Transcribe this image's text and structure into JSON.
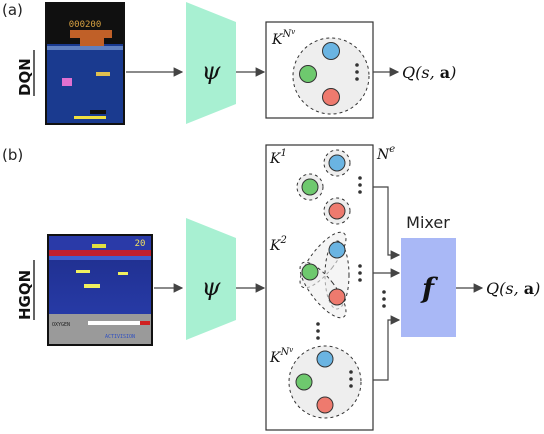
{
  "panels": {
    "a": {
      "tag": "(a)",
      "method": "DQN"
    },
    "b": {
      "tag": "(b)",
      "method": "HGQN"
    }
  },
  "symbols": {
    "encoder": "ψ",
    "mixer_fn": "f"
  },
  "labels": {
    "mixer": "Mixer",
    "q_out_a": "Q(s, a)",
    "q_out_b": "Q(s, a)",
    "K_base": "K",
    "N_v": "N^v",
    "K1_sup": "1",
    "K2_sup": "2",
    "Ne": "N^e",
    "Ne_base": "N",
    "Ne_sup": "e"
  },
  "game_a": {
    "score": "000200"
  },
  "game_b": {
    "score": "20",
    "hud_left": "OXYGEN",
    "hud_bottom": "ACTIVISION"
  },
  "colors": {
    "encoder": "#a8f0d2",
    "mixer": "#a9b8f6",
    "node_blue": "#6ab4e2",
    "node_green": "#6ec96e",
    "node_red": "#ee7a6e",
    "hyperedge_fill": "#eeeeee"
  }
}
